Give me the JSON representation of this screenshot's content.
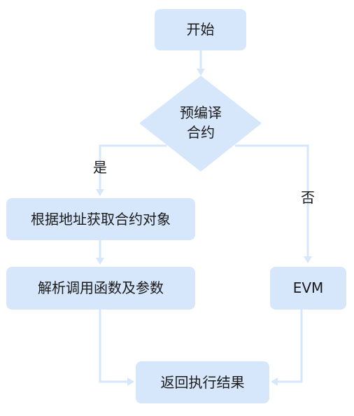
{
  "diagram": {
    "start": "开始",
    "decision_line1": "预编译",
    "decision_line2": "合约",
    "step_get_contract": "根据地址获取合约对象",
    "step_parse": "解析调用函数及参数",
    "step_evm": "EVM",
    "step_result": "返回执行结果",
    "label_yes": "是",
    "label_no": "否"
  },
  "colors": {
    "node_fill": "#d6e6fb",
    "edge": "#d6e6fb",
    "text": "#1a1a1a"
  }
}
